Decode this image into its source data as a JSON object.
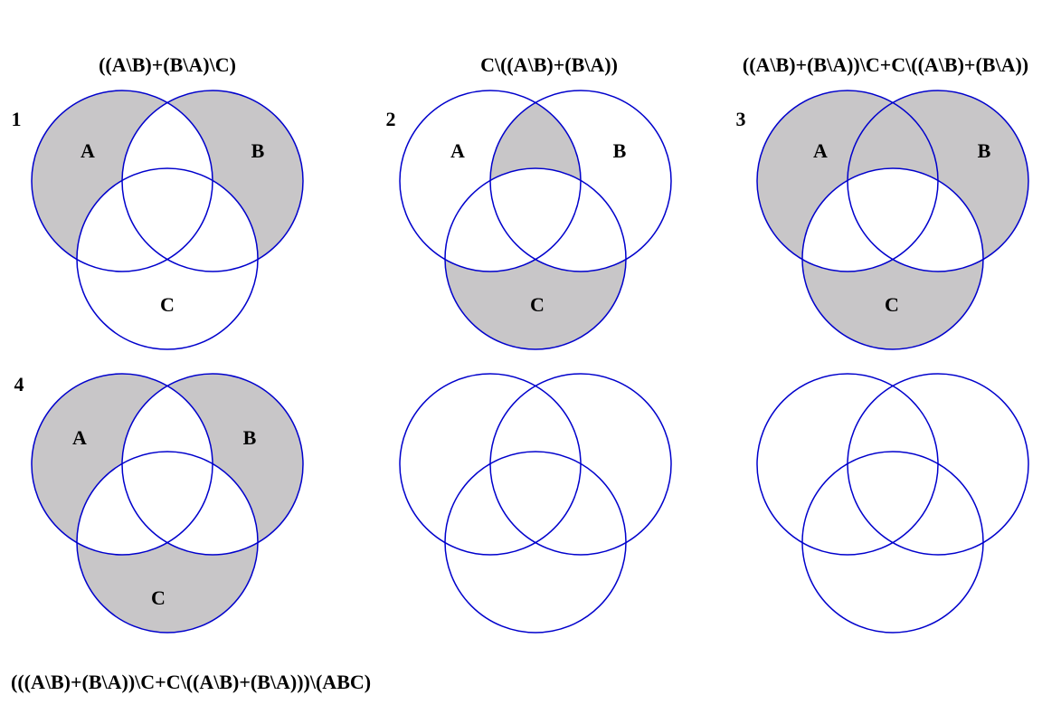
{
  "colors": {
    "circle_stroke": "#0000cc",
    "shade": "#c8c6c8",
    "background": "#ffffff",
    "text": "#000000"
  },
  "panels": [
    {
      "number": "1",
      "title": "((A\\B)+(B\\A)\\C)",
      "labels": {
        "a": "A",
        "b": "B",
        "c": "C"
      },
      "shaded_regions": [
        "A-only",
        "B-only"
      ]
    },
    {
      "number": "2",
      "title": "C\\((A\\B)+(B\\A))",
      "labels": {
        "a": "A",
        "b": "B",
        "c": "C"
      },
      "shaded_regions": [
        "AB-only",
        "C-only"
      ]
    },
    {
      "number": "3",
      "title": "((A\\B)+(B\\A))\\C+C\\((A\\B)+(B\\A))",
      "labels": {
        "a": "A",
        "b": "B",
        "c": "C"
      },
      "shaded_regions": [
        "A-only",
        "B-only",
        "AB-only",
        "C-only"
      ]
    },
    {
      "number": "4",
      "title": "",
      "labels": {
        "a": "A",
        "b": "B",
        "c": "C"
      },
      "shaded_regions": [
        "A-only",
        "B-only",
        "C-only"
      ]
    },
    {
      "number": "",
      "title": "",
      "labels": {
        "a": "",
        "b": "",
        "c": ""
      },
      "shaded_regions": []
    },
    {
      "number": "",
      "title": "",
      "labels": {
        "a": "",
        "b": "",
        "c": ""
      },
      "shaded_regions": []
    }
  ],
  "bottom_formula": "(((A\\B)+(B\\A))\\C+C\\((A\\B)+(B\\A)))\\(ABC)"
}
